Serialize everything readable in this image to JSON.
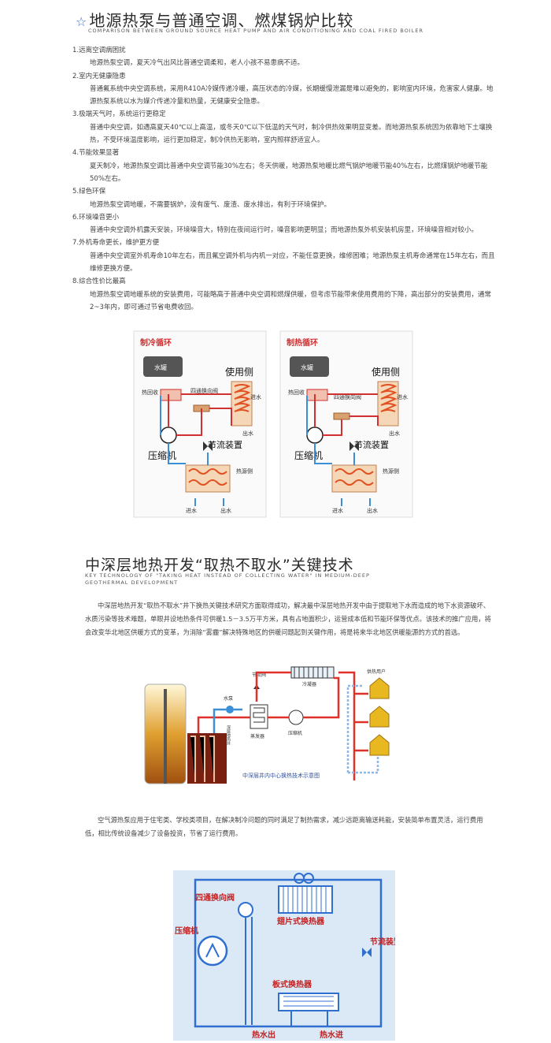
{
  "section1": {
    "star": "☆",
    "title": "地源热泵与普通空调、燃煤锅炉比较",
    "subtitle": "COMPARISON BETWEEN GROUND SOURCE HEAT PUMP AND AIR CONDITIONING AND COAL FIRED BOILER",
    "items": [
      {
        "title": "1.远离空调病困扰",
        "body": "地源热泵空调，夏天冷气出风比普通空调柔和，老人小孩不易患病不适。"
      },
      {
        "title": "2.室内无健康隐患",
        "body": "普通氟系统中央空调系统，采用R410A冷媒传递冷暖，高压状态的冷媒，长期缓慢泄漏是难以避免的，影响室内环境，危害家人健康。地源热泵系统以水为媒介传递冷量和热量，无健康安全隐患。"
      },
      {
        "title": "3.极端天气时，系统运行更稳定",
        "body": "普通中央空调，如遇高夏天40℃以上高温，或冬天0℃以下低温的天气时，制冷供热效果明显变差。而地源热泵系统因为依靠地下土壤换热，不受环境温度影响，运行更加稳定，制冷供热无影响，室内照样舒适宜人。"
      },
      {
        "title": "4.节能效果显著",
        "body": "夏天制冷，地源热泵空调比普通中央空调节能30%左右；冬天供暖，地源热泵地暖比燃气锅炉地暖节能40%左右，比燃煤锅炉地暖节能50%左右。"
      },
      {
        "title": "5.绿色环保",
        "body": "地源热泵空调地暖，不需要锅炉，没有废气、废渣、废水排出，有利于环境保护。"
      },
      {
        "title": "6.环境噪音更小",
        "body": "普通中央空调外机露天安装，环境噪音大，特别在夜间运行时，噪音影响更明显；而地源热泵外机安装机房里，环境噪音相对较小。"
      },
      {
        "title": "7.外机寿命更长，维护更方便",
        "body": "普通中央空调室外机寿命10年左右，而且氟空调外机与内机一对应，不能任意更换，维修困难；地源热泵主机寿命通常在15年左右，而且维修更换方便。"
      },
      {
        "title": "8.综合性价比最高",
        "body": "地源热泵空调地暖系统的安装费用，可能略高于普通中央空调和燃煤供暖，但考虑节能带来使用费用的下降，高出部分的安装费用，通常2~3年内，即可通过节省电费收回。"
      }
    ]
  },
  "diagram1": {
    "panels": [
      {
        "title": "制冷循环",
        "tank": "水罐",
        "heat_recovery": "热回收",
        "valve": "四通换向阀",
        "user_side": "使用侧",
        "inlet": "进水",
        "outlet": "出水",
        "compressor": "压缩机",
        "throttle": "节流装置",
        "heat_source_side": "热源侧"
      },
      {
        "title": "制热循环",
        "tank": "水罐",
        "heat_recovery": "热回收",
        "valve": "四通换向阀",
        "user_side": "使用侧",
        "inlet": "进水",
        "outlet": "出水",
        "compressor": "压缩机",
        "throttle": "节流装置",
        "heat_source_side": "热源侧"
      }
    ]
  },
  "section2": {
    "title": "中深层地热开发“取热不取水”关键技术",
    "subtitle": "KEY TECHNOLOGY OF \"TAKING HEAT INSTEAD OF COLLECTING WATER\" IN MEDIUM-DEEP GEOTHERMAL DEVELOPMENT",
    "paragraph": "中深层地热开发“取热不取水”井下换热关键技术研究方面取得成功，解决最中深层地热开发中由于提取地下水而造成的地下水资源破坏、水质污染等技术难题，单眼井设地热条件可供暖1.5－3.5万平方米，具有占地面积少，运营成本低和节能环保等优点。该技术的推广应用，将会改变华北地区供暖方式的变革，为消除“雾霾”解决特殊地区的供暖问题起到关键作用，将是将来华北地区供暖能源的方式的首选。"
  },
  "diagram2": {
    "throttle_valve": "节流阀",
    "condenser": "冷凝器",
    "heating_users": "供热用户",
    "water_pump": "水泵",
    "evaporator": "蒸发器",
    "compressor": "压缩机",
    "well_label": "深层地热井",
    "caption": "中深层井内中心换热技术示意图"
  },
  "section3": {
    "paragraph": "空气源热泵应用于住宅类、学校类项目，在解决制冷问题的同时满足了制热需求，减少远距离输送耗能，安装简单布置灵活，运行费用低，相比传统设备减少了设备投资，节省了运行费用。"
  },
  "diagram3": {
    "valve": "四通换向阀",
    "compressor": "压缩机",
    "fin_exchanger": "翅片式换热器",
    "throttle": "节流装置",
    "plate_exchanger": "板式换热器",
    "hot_out": "热水出",
    "hot_in": "热水进"
  },
  "colors": {
    "hot": "#e0302a",
    "cold": "#3a8fd6",
    "accent": "#3a6fc4",
    "text": "#333333"
  }
}
